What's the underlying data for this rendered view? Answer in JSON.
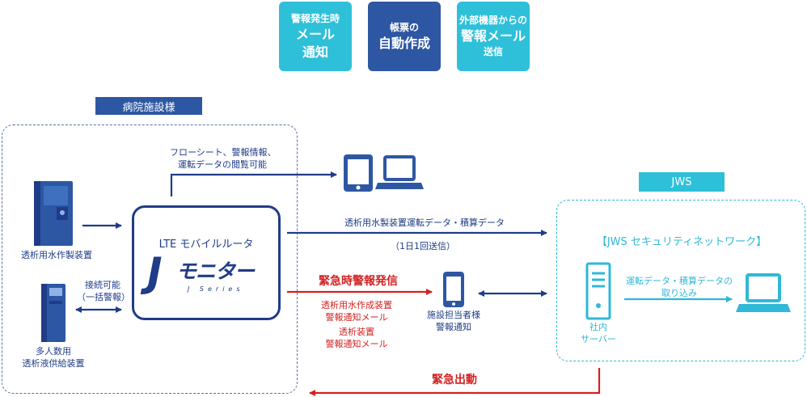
{
  "features": [
    {
      "id": "mail",
      "lines": [
        "警報発生時",
        "メール",
        "通知"
      ],
      "color": "#2ec0d9"
    },
    {
      "id": "report",
      "lines": [
        "帳票の",
        "自動作成"
      ],
      "color": "#2d57a3"
    },
    {
      "id": "external",
      "lines": [
        "外部機器からの",
        "警報メール",
        "送信"
      ],
      "color": "#2ec0d9"
    }
  ],
  "hospital": {
    "title": "病院施設様"
  },
  "jws": {
    "title": "JWS",
    "network": "【JWS セキュリティネットワーク】"
  },
  "devices": {
    "water_maker": "透析用水作製装置",
    "multi_supply": [
      "多人数用",
      "透析液供給装置"
    ],
    "connect": [
      "接続可能",
      "（一括警報）"
    ]
  },
  "router": {
    "title": "LTE モバイルルータ",
    "logo": "モニター",
    "logo_j": "J",
    "series": "J Series"
  },
  "flows": {
    "viewing": [
      "フローシート、警報情報、",
      "運転データの閲覧可能"
    ],
    "operation": "透析用水製装置運転データ・積算データ",
    "frequency": "（1日1回送信）",
    "emergency": "緊急時警報発信",
    "alert1": [
      "透析用水作成装置",
      "警報通知メール"
    ],
    "alert2": [
      "透析装置",
      "警報通知メール"
    ],
    "staff": [
      "施設担当者様",
      "警報通知"
    ],
    "capture": [
      "運転データ・積算データの",
      "取り込み"
    ],
    "server": [
      "社内",
      "サーバー"
    ],
    "dispatch": "緊急出動"
  }
}
